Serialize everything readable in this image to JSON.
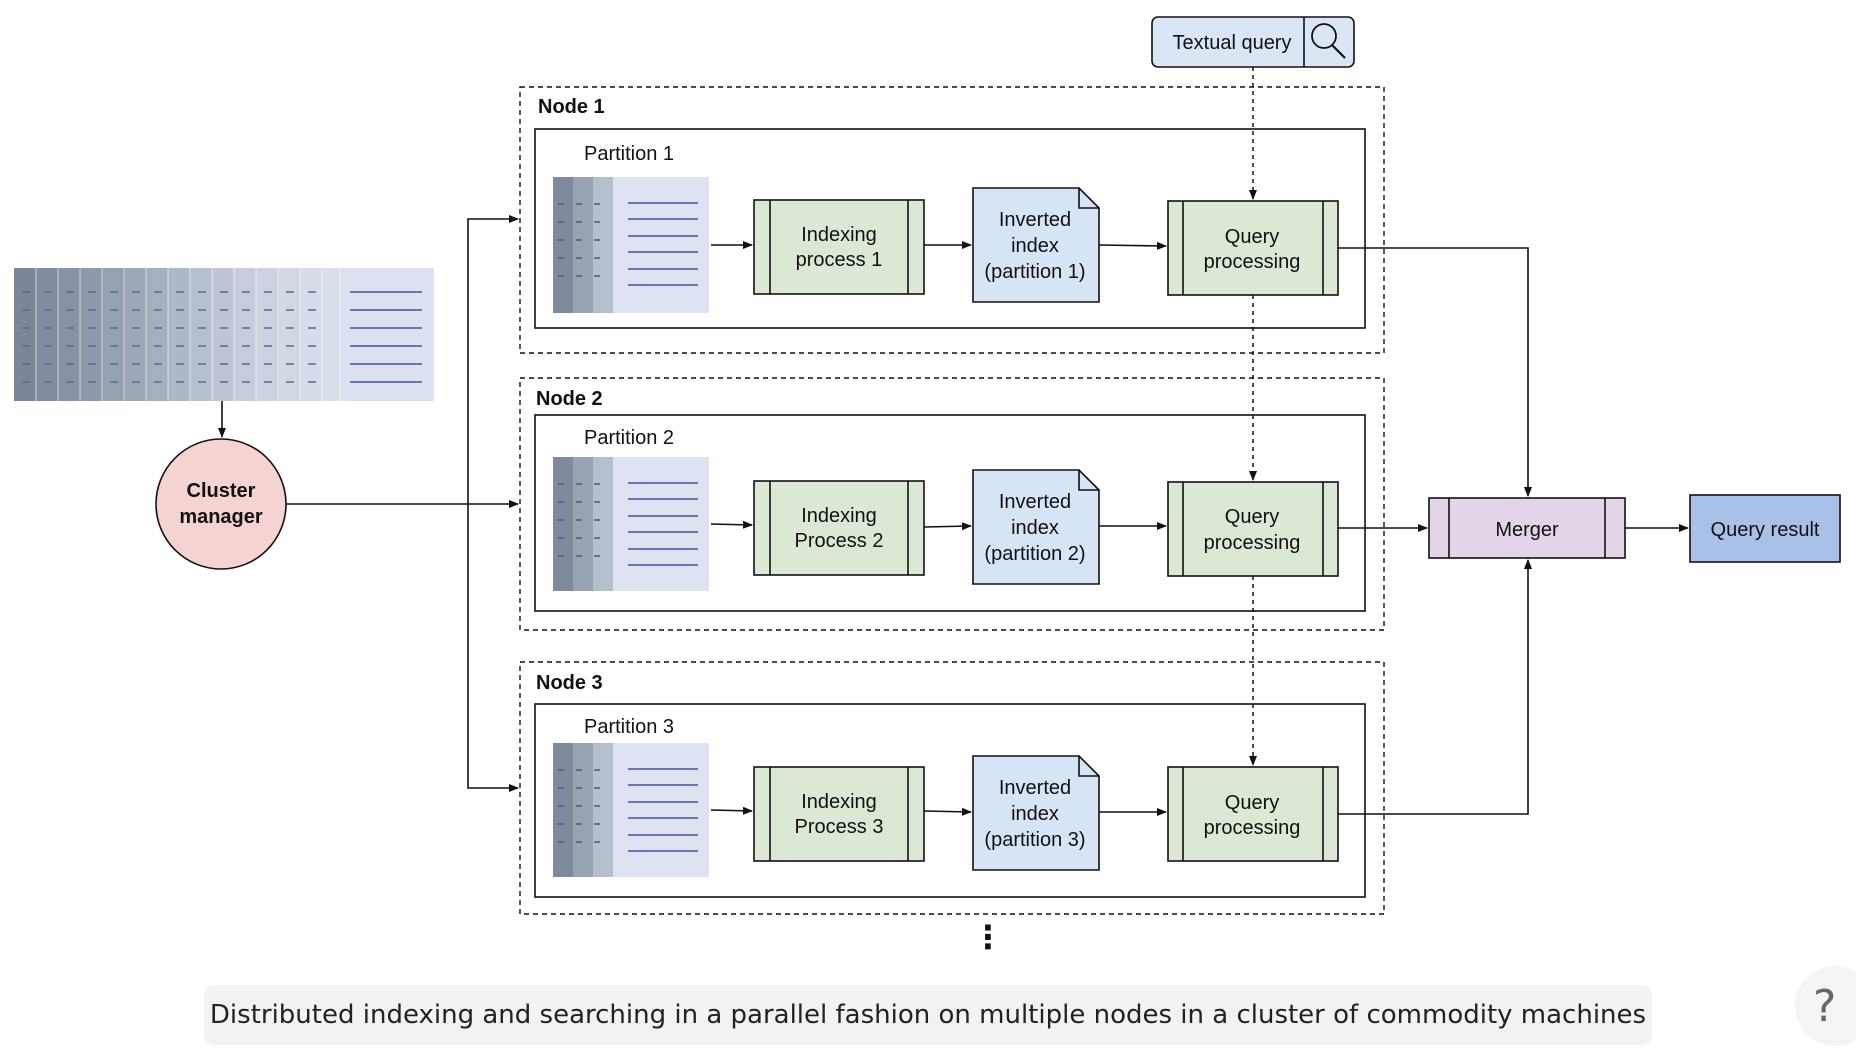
{
  "query_input": {
    "label": "Textual query",
    "icon": "search-icon"
  },
  "cluster_manager": {
    "line1": "Cluster",
    "line2": "manager"
  },
  "nodes": [
    {
      "title": "Node 1",
      "partition": "Partition 1",
      "indexing": [
        "Indexing",
        "process 1"
      ],
      "index": [
        "Inverted",
        "index",
        "(partition 1)"
      ],
      "query": [
        "Query",
        "processing"
      ]
    },
    {
      "title": "Node 2",
      "partition": "Partition 2",
      "indexing": [
        "Indexing",
        "Process 2"
      ],
      "index": [
        "Inverted",
        "index",
        "(partition 2)"
      ],
      "query": [
        "Query",
        "processing"
      ]
    },
    {
      "title": "Node 3",
      "partition": "Partition 3",
      "indexing": [
        "Indexing",
        "Process 3"
      ],
      "index": [
        "Inverted",
        "index",
        "(partition 3)"
      ],
      "query": [
        "Query",
        "processing"
      ]
    }
  ],
  "merger": {
    "label": "Merger"
  },
  "result": {
    "label": "Query result"
  },
  "ellipsis": "⋮",
  "caption": "Distributed indexing and searching in a parallel fashion on multiple nodes in a cluster of commodity machines",
  "help": {
    "glyph": "?"
  },
  "colors": {
    "process_fill": "#dae8d5",
    "index_fill": "#d7e4f6",
    "query_input_fill": "#dae6f6",
    "cluster_fill": "#f6d3d3",
    "merger_fill": "#e2d5e8",
    "result_fill": "#a9c0e8"
  }
}
